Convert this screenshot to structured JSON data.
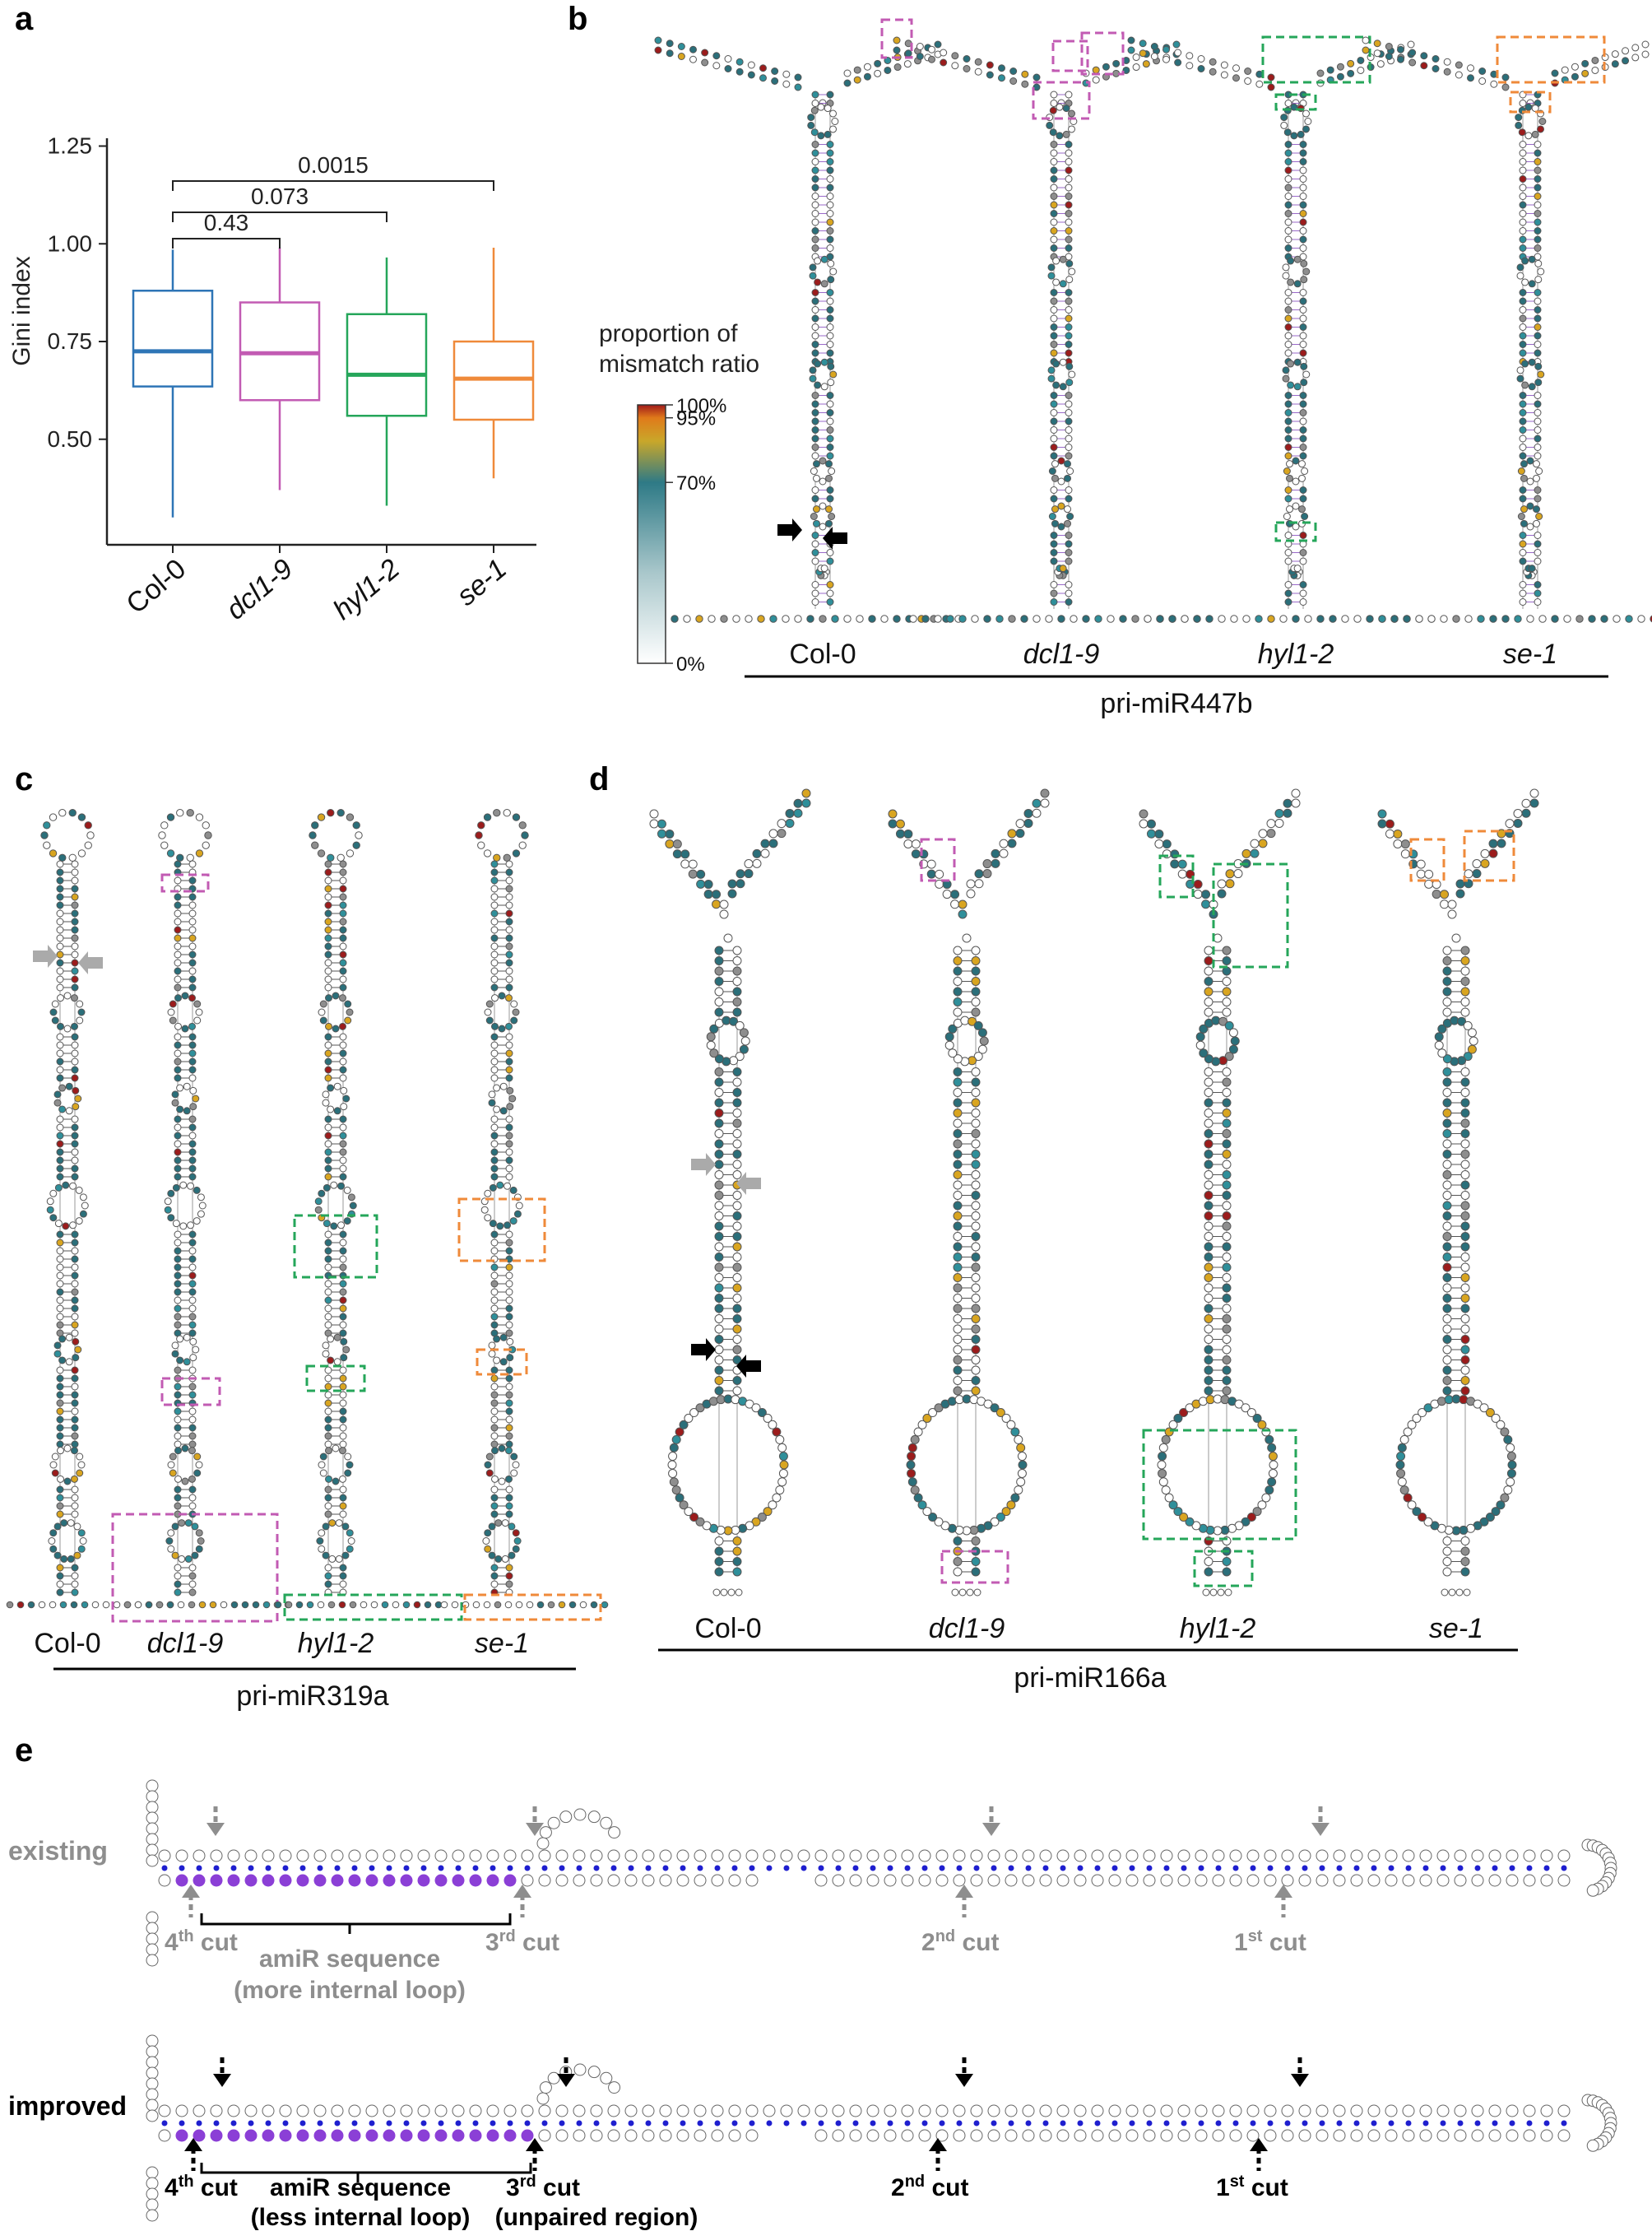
{
  "panel_labels": {
    "a": "a",
    "b": "b",
    "c": "c",
    "d": "d",
    "e": "e"
  },
  "colors": {
    "col0": "#2e75b6",
    "dcl19": "#c25bb3",
    "hyl12": "#25a65a",
    "se1": "#ef8a3a",
    "stem_blue": "#1f1fcf",
    "amir": "#8b3fd6",
    "grey": "#8e8e8e",
    "teal": "#2b6f7a",
    "gold": "#d9a520",
    "red": "#9b1c1c"
  },
  "chart_data": {
    "type": "box",
    "title": "",
    "xlabel": "",
    "ylabel": "Gini index",
    "ylim": [
      0.23,
      1.27
    ],
    "yticks": [
      "0.50",
      "0.75",
      "1.00",
      "1.25"
    ],
    "categories": [
      "Col-0",
      "dcl1-9",
      "hyl1-2",
      "se-1"
    ],
    "boxes": [
      {
        "name": "Col-0",
        "min": 0.3,
        "q1": 0.635,
        "median": 0.725,
        "q3": 0.88,
        "max": 0.985
      },
      {
        "name": "dcl1-9",
        "min": 0.37,
        "q1": 0.6,
        "median": 0.72,
        "q3": 0.85,
        "max": 0.99
      },
      {
        "name": "hyl1-2",
        "min": 0.33,
        "q1": 0.56,
        "median": 0.665,
        "q3": 0.82,
        "max": 0.965
      },
      {
        "name": "se-1",
        "min": 0.4,
        "q1": 0.55,
        "median": 0.655,
        "q3": 0.75,
        "max": 0.99
      }
    ],
    "pvalues": [
      {
        "from": "Col-0",
        "to": "dcl1-9",
        "label": "0.43"
      },
      {
        "from": "Col-0",
        "to": "hyl1-2",
        "label": "0.073"
      },
      {
        "from": "Col-0",
        "to": "se-1",
        "label": "0.0015"
      }
    ]
  },
  "panel_b": {
    "legend_title_line1": "proportion of",
    "legend_title_line2": "mismatch ratio",
    "legend_ticks": [
      "100%",
      "95%",
      "70%",
      "0%"
    ],
    "legend_values": [
      1.0,
      0.95,
      0.7,
      0.0
    ],
    "strains": [
      "Col-0",
      "dcl1-9",
      "hyl1-2",
      "se-1"
    ],
    "title": "pri-miR447b"
  },
  "panel_c": {
    "strains": [
      "Col-0",
      "dcl1-9",
      "hyl1-2",
      "se-1"
    ],
    "title": "pri-miR319a"
  },
  "panel_d": {
    "strains": [
      "Col-0",
      "dcl1-9",
      "hyl1-2",
      "se-1"
    ],
    "title": "pri-miR166a"
  },
  "panel_e": {
    "existing": {
      "row_label": "existing",
      "cuts": {
        "cut4": "4",
        "cut3": "3",
        "cut2": "2",
        "cut1": "1"
      },
      "cut_suffix": {
        "cut4": "th",
        "cut3": "rd",
        "cut2": "nd",
        "cut1": "st"
      },
      "cut_word": "cut",
      "amir_line1": "amiR sequence",
      "amir_line2": "(more internal loop)"
    },
    "improved": {
      "row_label": "improved",
      "cuts": {
        "cut4": "4",
        "cut3": "3",
        "cut2": "2",
        "cut1": "1"
      },
      "cut_suffix": {
        "cut4": "th",
        "cut3": "rd",
        "cut2": "nd",
        "cut1": "st"
      },
      "cut_word": "cut",
      "amir_line1": "amiR sequence",
      "amir_line2": "(less internal loop)",
      "cut3_note": "(unpaired region)"
    }
  }
}
